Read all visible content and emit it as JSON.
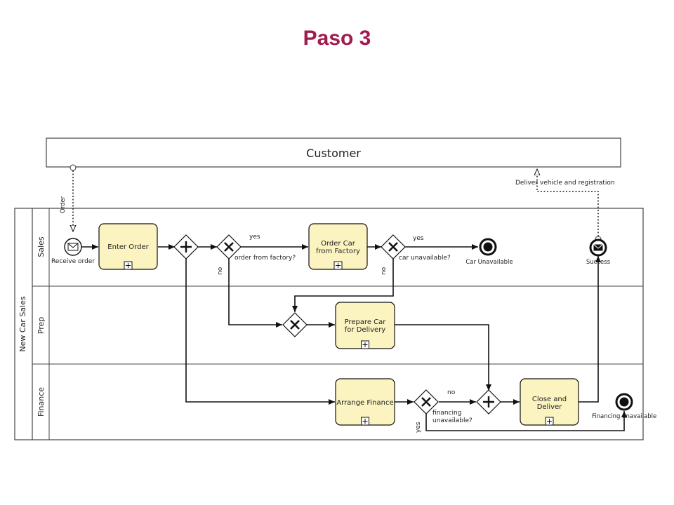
{
  "title": "Paso 3",
  "diagram": {
    "customer_pool": "Customer",
    "main_pool": "New Car Sales",
    "lanes": {
      "sales": "Sales",
      "prep": "Prep",
      "finance": "Finance"
    },
    "tasks": {
      "enter_order": [
        "Enter Order"
      ],
      "order_car": [
        "Order Car",
        "from Factory"
      ],
      "prepare_car": [
        "Prepare Car",
        "for Delivery"
      ],
      "arrange_finance": [
        "Arrange Finance"
      ],
      "close_deliver": [
        "Close and",
        "Deliver"
      ]
    },
    "events": {
      "receive_order": "Receive order",
      "car_unavailable": "Car Unavailable",
      "success": "Success",
      "financing_unavailable": "Financing unavailable"
    },
    "gateways": {
      "order_from_factory": "order from factory?",
      "car_unavailable_q": "car unavailable?",
      "financing_unavailable_q": [
        "financing",
        "unavailable?"
      ]
    },
    "flow_labels": {
      "yes": "yes",
      "no": "no"
    },
    "message_flows": {
      "order": "Order",
      "deliver": "Deliver vehicle and registration"
    },
    "colors": {
      "task_fill": "#fbf3c0",
      "title": "#a31a4f"
    }
  }
}
